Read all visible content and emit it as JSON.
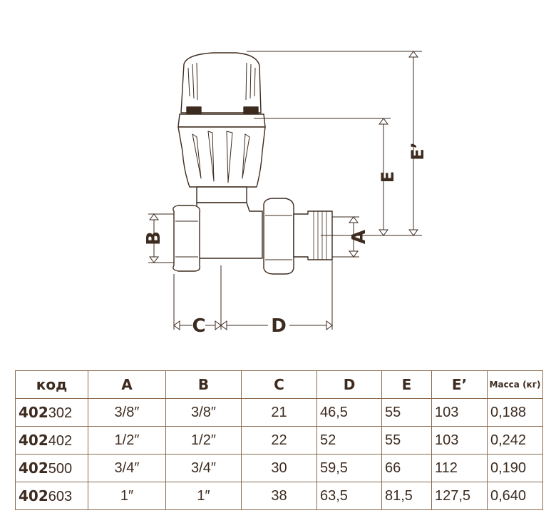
{
  "diagram": {
    "labels": {
      "A": "A",
      "B": "B",
      "C": "C",
      "D": "D",
      "E": "E",
      "E_prime": "E’"
    }
  },
  "table": {
    "headers": {
      "code": "код",
      "A": "A",
      "B": "B",
      "C": "C",
      "D": "D",
      "E": "E",
      "E_prime": "E’",
      "mass": "Масса (кг)"
    },
    "rows": [
      {
        "code_prefix": "402",
        "code_suffix": "302",
        "A": "3/8″",
        "B": "3/8″",
        "C": "21",
        "D": "46,5",
        "E": "55",
        "E_prime": "103",
        "mass": "0,188"
      },
      {
        "code_prefix": "402",
        "code_suffix": "402",
        "A": "1/2″",
        "B": "1/2″",
        "C": "22",
        "D": "52",
        "E": "55",
        "E_prime": "103",
        "mass": "0,242"
      },
      {
        "code_prefix": "402",
        "code_suffix": "500",
        "A": "3/4″",
        "B": "3/4″",
        "C": "30",
        "D": "59,5",
        "E": "66",
        "E_prime": "112",
        "mass": "0,190"
      },
      {
        "code_prefix": "402",
        "code_suffix": "603",
        "A": "1″",
        "B": "1″",
        "C": "38",
        "D": "63,5",
        "E": "81,5",
        "E_prime": "127,5",
        "mass": "0,640"
      }
    ]
  },
  "colors": {
    "line": "#3d2b1f",
    "fill": "#ffffff",
    "border": "#8a6a4f"
  }
}
